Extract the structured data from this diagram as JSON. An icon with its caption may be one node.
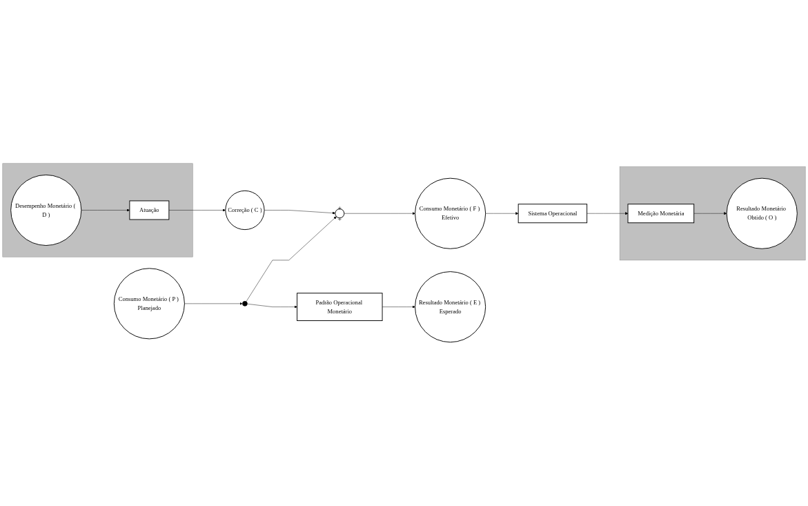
{
  "diagram": {
    "nodes": [
      {
        "text": [
          "Consumo Monetário ( P ) Planejado"
        ]
      },
      {
        "text": [],
        "shape": "circle"
      },
      {
        "text": [
          "+",
          "+"
        ]
      },
      {
        "text": [
          "Consumo Monetário ( F ) Efetivo"
        ]
      },
      {
        "text": [
          "Sistema Operacional"
        ]
      },
      {
        "text": [],
        "shape": "box"
      },
      {
        "text": [
          "Medição Monetária"
        ],
        "in": 5
      },
      {
        "text": [
          "Resultado Monetário Obtido ( O )"
        ],
        "in": 5
      },
      {
        "text": [],
        "shape": "box"
      },
      {
        "text": [
          "Desempenho Monetário ( D )"
        ],
        "in": 8
      },
      {
        "text": [
          "Atuação"
        ],
        "in": 8
      },
      {
        "text": [
          "Correção ( C )"
        ]
      },
      {
        "text": [
          "Padrão Operacional Monetário"
        ]
      },
      {
        "text": [
          "Resultado Monetário ( E ) Esperado"
        ]
      }
    ],
    "edges": [
      {
        "from": 0,
        "to": 1,
        "arrow": "to"
      },
      {
        "from": 1,
        "to": 2,
        "arrow": "to"
      },
      {
        "from": 2,
        "to": 3,
        "arrow": "to"
      },
      {
        "from": 3,
        "to": 4,
        "arrow": "to"
      },
      {
        "from": 4,
        "to": 6,
        "arrow": "to"
      },
      {
        "from": 6,
        "to": 7,
        "arrow": "to"
      },
      {
        "from": 9,
        "to": 10,
        "arrow": "to"
      },
      {
        "from": 10,
        "to": 11,
        "arrow": "to"
      },
      {
        "from": 11,
        "to": 2,
        "arrow": "to"
      },
      {
        "from": 1,
        "to": 12,
        "arrow": "to"
      },
      {
        "from": 12,
        "to": 13,
        "arrow": "to"
      }
    ]
  }
}
